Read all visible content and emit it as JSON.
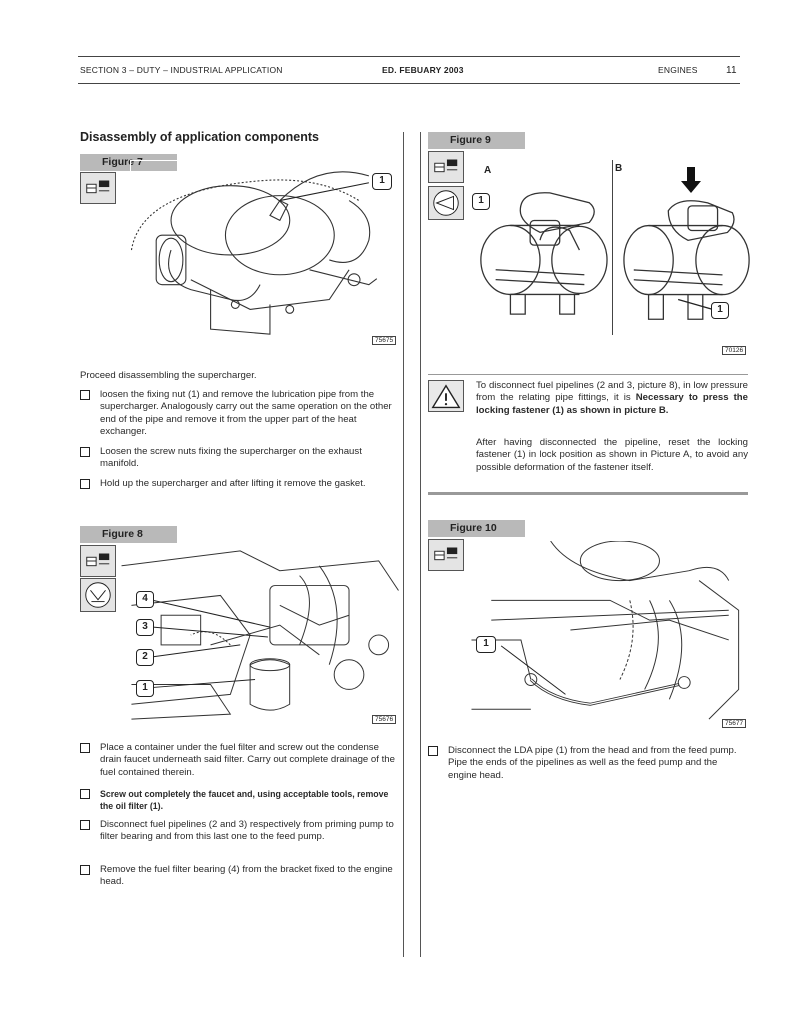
{
  "header": {
    "section": "SECTION 3 – DUTY – INDUSTRIAL APPLICATION",
    "edition": "ED. FEBUARY 2003",
    "chapter": "ENGINES",
    "page": "11"
  },
  "section_title": "Disassembly of application components",
  "figures": {
    "f7": {
      "label": "Figure 7",
      "code": "75675",
      "callouts": [
        "1"
      ]
    },
    "f8": {
      "label": "Figure 8",
      "code": "75676",
      "callouts": [
        "4",
        "3",
        "2",
        "1"
      ]
    },
    "f9": {
      "label": "Figure 9",
      "code": "70126",
      "panel_a": "A",
      "panel_b": "B",
      "callouts": [
        "1",
        "1"
      ]
    },
    "f10": {
      "label": "Figure 10",
      "code": "75677",
      "callouts": [
        "1"
      ]
    }
  },
  "left_col": {
    "intro": "Proceed disassembling the supercharger.",
    "b1": "loosen the fixing nut (1) and remove the lubrication pipe from the supercharger. Analogously carry out the same operation on the other end of the pipe and remove it from the upper part of the heat exchanger.",
    "b2": "Loosen the screw nuts fixing the supercharger on the exhaust manifold.",
    "b3": "Hold up the supercharger and after lifting it remove the gasket.",
    "b4": "Place a container under the fuel filter and screw out the condense drain faucet underneath said filter. Carry out complete drainage of the fuel contained therein.",
    "b5": "Screw out completely the faucet and, using acceptable tools, remove the oil filter (1).",
    "b6": "Disconnect fuel pipelines (2 and 3) respectively from priming pump to filter bearing and from this last one to the feed pump.",
    "b7": "Remove the fuel filter bearing (4) from the bracket fixed to the engine head."
  },
  "right_col": {
    "warn_p1_a": "To disconnect fuel pipelines (2 and 3, picture 8), in low pressure from the relating pipe fittings, it is ",
    "warn_p1_b": "Necessary to press the locking fastener (1) as shown in picture B.",
    "warn_p2": "After having disconnected the pipeline, reset the locking fastener (1) in lock position as shown in Picture A, to avoid any possible deformation of the fastener itself.",
    "b1": "Disconnect the LDA pipe (1) from the head and from the feed pump. Pipe the ends of the pipelines as well as the feed pump and the engine head."
  }
}
